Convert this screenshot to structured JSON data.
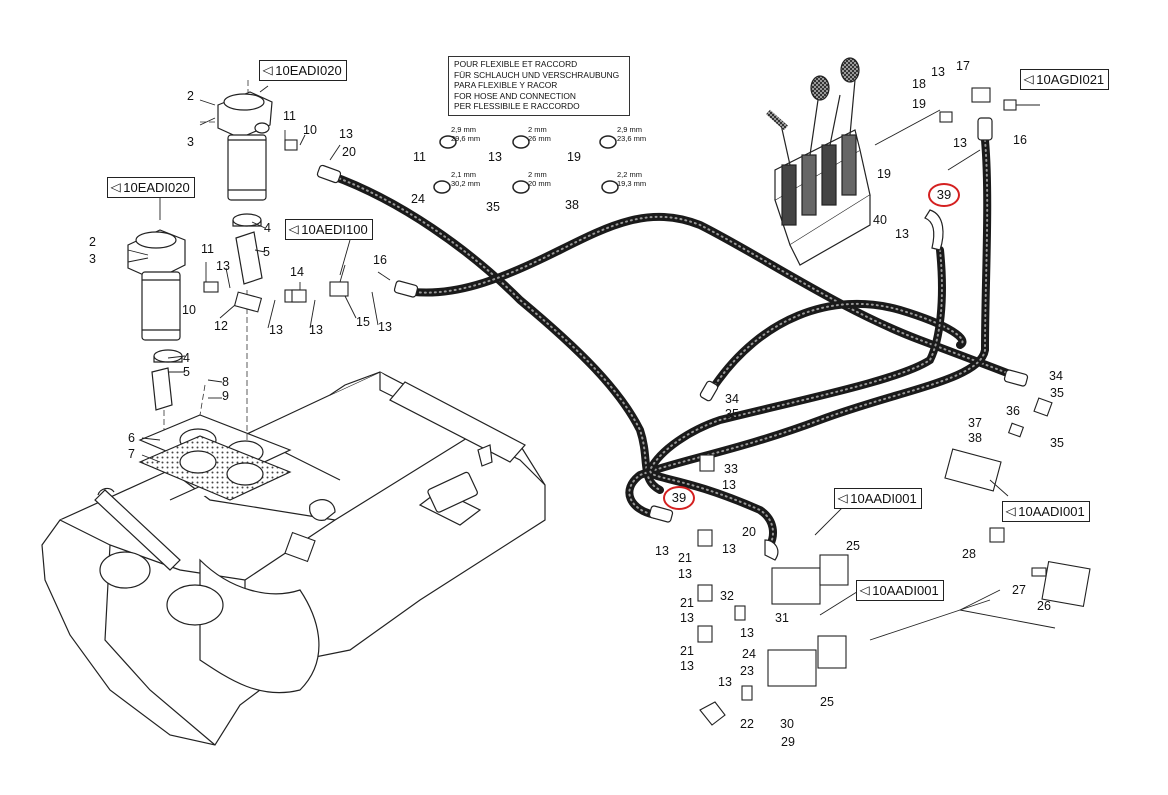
{
  "notice": {
    "lines": [
      "POUR FLEXIBLE ET RACCORD",
      "FÜR SCHLAUCH UND VERSCHRAUBUNG",
      "PARA FLEXIBLE Y RACOR",
      "FOR HOSE AND CONNECTION",
      "PER FLESSIBILE E RACCORDO"
    ]
  },
  "references": [
    {
      "id": "ref-10eadi020-top",
      "text": "10EADI020"
    },
    {
      "id": "ref-10eadi020-left",
      "text": "10EADI020"
    },
    {
      "id": "ref-10aedi100",
      "text": "10AEDI100"
    },
    {
      "id": "ref-10agdi021",
      "text": "10AGDI021"
    },
    {
      "id": "ref-10aadi001-a",
      "text": "10AADI001"
    },
    {
      "id": "ref-10aadi001-b",
      "text": "10AADI001"
    },
    {
      "id": "ref-10aadi001-c",
      "text": "10AADI001"
    }
  ],
  "orings": [
    {
      "num": "11",
      "l1": "2,9 mm",
      "l2": "29,6 mm"
    },
    {
      "num": "13",
      "l1": "2 mm",
      "l2": "26 mm"
    },
    {
      "num": "19",
      "l1": "2,9 mm",
      "l2": "23,6 mm"
    },
    {
      "num": "24",
      "l1": "2,1 mm",
      "l2": "30,2 mm"
    },
    {
      "num": "35",
      "l1": "2 mm",
      "l2": "20 mm"
    },
    {
      "num": "38",
      "l1": "2,2 mm",
      "l2": "19,3 mm"
    }
  ],
  "parts": [
    "2",
    "3",
    "10",
    "11",
    "13",
    "20",
    "4",
    "5",
    "14",
    "15",
    "16",
    "12",
    "8",
    "9",
    "6",
    "7",
    "17",
    "18",
    "19",
    "21",
    "22",
    "23",
    "24",
    "25",
    "26",
    "27",
    "28",
    "29",
    "30",
    "31",
    "32",
    "33",
    "34",
    "35",
    "36",
    "37",
    "38",
    "40"
  ],
  "highlighted_parts": [
    "39",
    "39"
  ],
  "colors": {
    "highlight": "#d42020",
    "line": "#222222",
    "hose": "#1a1a1a"
  }
}
